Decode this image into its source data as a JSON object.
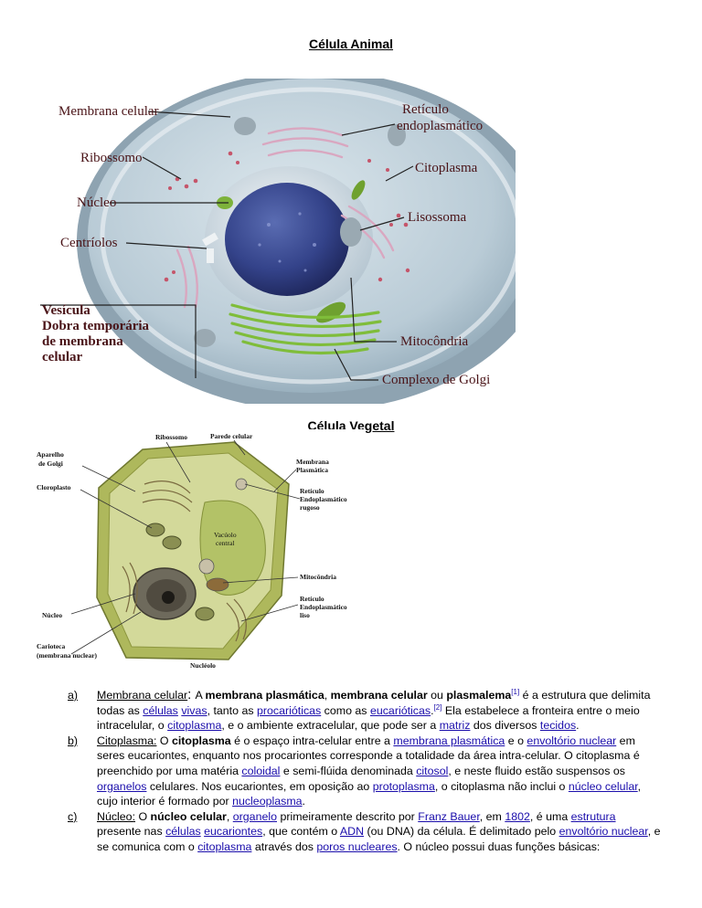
{
  "headings": {
    "animal": "Célula Animal",
    "vegetal": "Célula Vegetal"
  },
  "animal_labels": {
    "membrana": "Membrana celular",
    "ribossomo": "Ribossomo",
    "nucleo": "Núcleo",
    "centriolos": "Centríolos",
    "vesicula": "Vesícula",
    "vesicula_desc1": "Dobra temporária",
    "vesicula_desc2": "de membrana",
    "vesicula_desc3": "celular",
    "reticulo1": "Retículo",
    "reticulo2": "endoplasmático",
    "citoplasma": "Citoplasma",
    "lisossoma": "Lisossoma",
    "mitocondria": "Mitocôndria",
    "golgi": "Complexo de Golgi"
  },
  "plant_labels": {
    "ribossomo": "Ribossomo",
    "parede": "Parede celular",
    "golgi1": "Aparelho",
    "golgi2": "de Golgi",
    "membrana1": "Membrana",
    "membrana2": "Plasmática",
    "cloroplasto": "Cloroplasto",
    "rer1": "Retículo",
    "rer2": "Endoplasmático",
    "rer3": "rugoso",
    "vacuolo1": "Vacúolo",
    "vacuolo2": "central",
    "mitocondria": "Mitocôndria",
    "nucleo": "Núcleo",
    "rel1": "Retículo",
    "rel2": "Endoplasmático",
    "rel3": "liso",
    "carioteca1": "Carioteca",
    "carioteca2": "(membrana nuclear)",
    "nucleolo": "Nucléolo"
  },
  "items": {
    "a": {
      "marker": "a)",
      "term": "Membrana celular",
      "colon": ": ",
      "t1": "A ",
      "b1": "membrana plasmática",
      "t2": ", ",
      "b2": "membrana celular",
      "t3": " ou ",
      "b3": "plasmalema",
      "sup1": "[1]",
      "t4": " é a estrutura que delimita todas as ",
      "l1": "células",
      "t5": " ",
      "l2": "vivas",
      "t6": ", tanto as ",
      "l3": "procarióticas",
      "t7": " como as ",
      "l4": "eucarióticas",
      "t8": ".",
      "sup2": "[2]",
      "t9": " Ela estabelece a fronteira entre o meio intracelular, o ",
      "l5": "citoplasma",
      "t10": ", e o ambiente extracelular, que pode ser a ",
      "l6": "matriz",
      "t11": " dos diversos ",
      "l7": "tecidos",
      "t12": "."
    },
    "b": {
      "marker": "b)",
      "term": "Citoplasma:",
      "t1": " O ",
      "b1": "citoplasma",
      "t2": " é o espaço intra-celular entre a ",
      "l1": "membrana plasmática",
      "t3": " e o ",
      "l2": "envoltório nuclear",
      "t4": " em seres eucariontes, enquanto nos procariontes corresponde a totalidade da área intra-celular. O citoplasma é preenchido por uma matéria ",
      "l3": "coloidal",
      "t5": " e semi-flúida denominada ",
      "l4": "citosol",
      "t6": ", e neste fluido estão suspensos os ",
      "l5": "organelos",
      "t7": " celulares. Nos eucariontes, em oposição ao ",
      "l6": "protoplasma",
      "t8": ", o citoplasma não inclui o ",
      "l7": "núcleo celular",
      "t9": ", cujo interior é formado por ",
      "l8": "nucleoplasma",
      "t10": "."
    },
    "c": {
      "marker": "c)",
      "term": "Núcleo:",
      "t1": " O ",
      "b1": "núcleo celular",
      "t2": ", ",
      "l1": "organelo",
      "t3": " primeiramente descrito por ",
      "l2": "Franz Bauer",
      "t4": ", em ",
      "l3": "1802",
      "t5": ", é uma ",
      "l4": "estrutura",
      "t6": " presente nas ",
      "l5": "células",
      "t7": " ",
      "l6": "eucariontes",
      "t8": ", que contém o ",
      "l7": "ADN",
      "t9": " (ou DNA) da célula. É delimitado pelo ",
      "l8": "envoltório nuclear",
      "t10": ", e se comunica com o ",
      "l9": "citoplasma",
      "t11": " através dos ",
      "l10": "poros nucleares",
      "t12": ". O núcleo possui duas funções básicas:"
    }
  },
  "colors": {
    "link": "#1a0dab",
    "animal_label": "#4a1418",
    "cell_cytoplasm": "#b8cbd6",
    "nucleus": "#2e3a78",
    "plant_cell": "#c8cf86"
  }
}
